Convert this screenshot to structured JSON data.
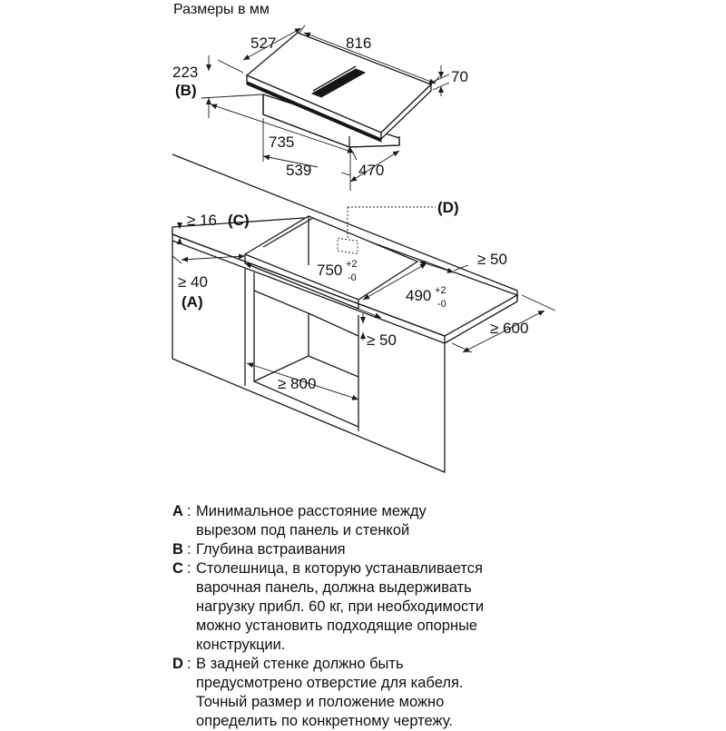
{
  "title": "Размеры в мм",
  "hob_dimensions": {
    "width": "816",
    "depth": "527",
    "height": "70",
    "depth_b": "223",
    "label_b": "(B)",
    "lower_width": "735",
    "lower_depth_1": "539",
    "lower_depth_2": "470"
  },
  "cutout_dimensions": {
    "min_thickness": "≥ 16",
    "label_c": "(C)",
    "label_d": "(D)",
    "min_wall": "≥ 40",
    "label_a": "(A)",
    "cutout_length": "750",
    "cutout_length_tol_plus": "+2",
    "cutout_length_tol_minus": "-0",
    "cutout_width": "490",
    "cutout_width_tol_plus": "+2",
    "cutout_width_tol_minus": "-0",
    "min_front": "≥ 50",
    "min_edge": "≥ 50",
    "min_depth": "≥ 600",
    "min_cabinet": "≥ 800"
  },
  "legend": [
    {
      "key": "A",
      "text": "Минимальное расстояние между\nвырезом под панель и стенкой"
    },
    {
      "key": "B",
      "text": "Глубина встраивания"
    },
    {
      "key": "C",
      "text": "Столешница, в которую устанавливается\nварочная панель, должна выдерживать\nнагрузку прибл. 60 кг, при необходимости\nможно установить подходящие опорные\nконструкции."
    },
    {
      "key": "D",
      "text": "В задней стенке должно быть\nпредусмотрено отверстие для кабеля.\nТочный размер и положение можно\nопределить по конкретному чертежу."
    }
  ]
}
